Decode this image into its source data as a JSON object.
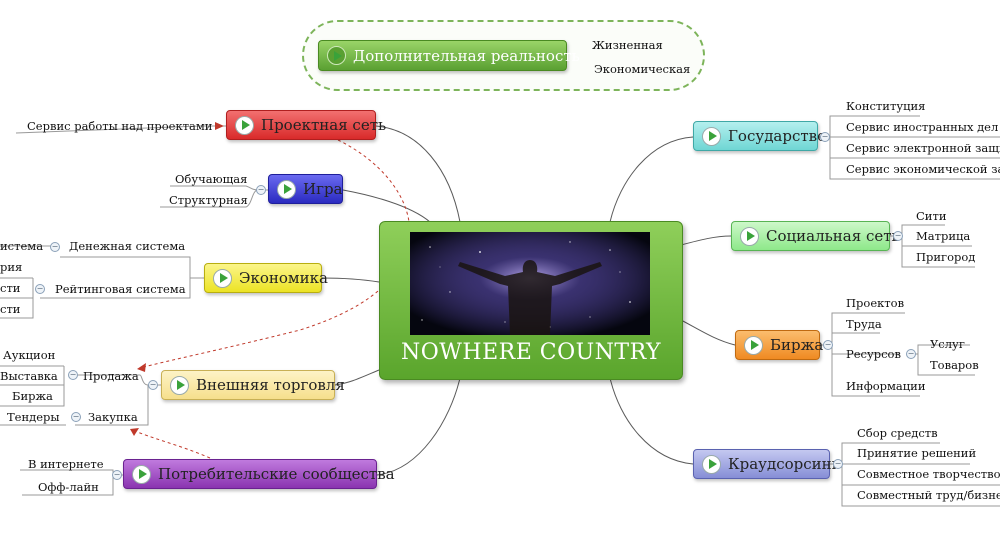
{
  "center": {
    "title": "NOWHERE COUNTRY",
    "image_icon": "cosmic-man-image"
  },
  "augmented_reality": {
    "label": "Дополнительная реальность",
    "icon": "target-icon",
    "children": [
      "Жизненная",
      "Экономическая"
    ]
  },
  "project_network": {
    "label": "Проектная сеть",
    "color": "#e83838",
    "children": [
      "Сервис работы над проектами"
    ]
  },
  "game": {
    "label": "Игра",
    "color": "#3a3ad8",
    "children": [
      "Обучающая",
      "Структурная"
    ]
  },
  "economy": {
    "label": "Экономика",
    "color": "#f5ec3a",
    "monetary": {
      "label": "Денежная система",
      "items": [
        "истема"
      ]
    },
    "rating": {
      "label": "Рейтинговая система",
      "items": [
        "рия",
        "сти",
        "сти"
      ]
    }
  },
  "foreign_trade": {
    "label": "Внешняя торговля",
    "color": "#fbe9a6",
    "sale": {
      "label": "Продажа",
      "items": [
        "Аукцион",
        "Выставка",
        "Биржа"
      ]
    },
    "purchase": {
      "label": "Закупка",
      "items": [
        "Тендеры"
      ]
    }
  },
  "consumer_communities": {
    "label": "Потребительские сообщества",
    "color": "#a64fc6",
    "children": [
      "В интернете",
      "Офф-лайн"
    ]
  },
  "state": {
    "label": "Государство",
    "color": "#8ee0de",
    "children": [
      "Конституция",
      "Сервис иностранных дел",
      "Сервис электронной защит",
      "Сервис экономической защ"
    ]
  },
  "social_network": {
    "label": "Социальная сеть",
    "color": "#a6f0a0",
    "children": [
      "Сити",
      "Матрица",
      "Пригород"
    ]
  },
  "exchange": {
    "label": "Биржа",
    "color": "#f5a142",
    "children": [
      "Проектов",
      "Труда",
      "Ресурсов",
      "Информации"
    ],
    "resources_children": [
      "Услуг",
      "Товаров"
    ]
  },
  "crowdsourcing": {
    "label": "Краудсорсинг",
    "color": "#9fa6e0",
    "children": [
      "Сбор средств",
      "Принятие решений",
      "Совместное творчество",
      "Совместный труд/бизнес"
    ]
  },
  "collapse_symbol": "−"
}
